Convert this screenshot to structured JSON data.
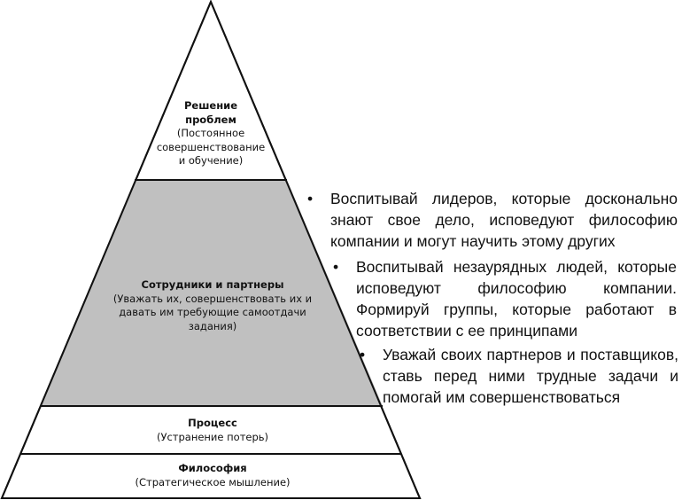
{
  "pyramid": {
    "levels": [
      {
        "title": "Решение проблем",
        "subtitle": "(Постоянное совершенствование и обучение)",
        "title_l1": "Решение",
        "title_l2": "проблем",
        "sub_l1": "(Постоянное",
        "sub_l2": "совершенствование",
        "sub_l3": "и обучение)"
      },
      {
        "title": "Сотрудники и партнеры",
        "sub_l1": "(Уважать их, совершенствовать их и",
        "sub_l2": "давать им требующие самоотдачи",
        "sub_l3": "задания)"
      },
      {
        "title": "Процесс",
        "subtitle": "(Устранение потерь)"
      },
      {
        "title": "Философия",
        "subtitle": "(Стратегическое мышление)"
      }
    ],
    "colors": {
      "highlight": "#c0c0c0",
      "line": "#111111"
    }
  },
  "bullets": [
    {
      "symbol": "•",
      "text": "Воспитывай лидеров, которые досконально знают свое дело, исповедуют философию компании и могут научить этому других"
    },
    {
      "symbol": "•",
      "text": "Воспитывай незаурядных людей, которые исповедуют философию компании. Формируй группы, которые работают в соответствии с ее принципами"
    },
    {
      "symbol": "•",
      "text": "Уважай своих партнеров и поставщиков, ставь перед ними трудные задачи и помогай им совершенствоваться"
    }
  ]
}
